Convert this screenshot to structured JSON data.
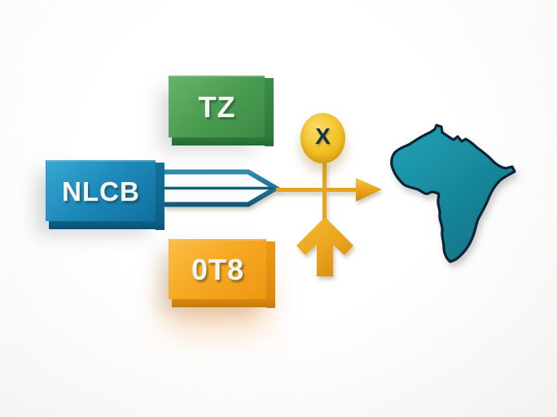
{
  "diagram": {
    "background_color": "#f8f7f6",
    "blocks": [
      {
        "id": "tz",
        "label": "TZ",
        "color": "#4b9d52",
        "side_color": "#2c7639",
        "text_color": "#f6f6f1"
      },
      {
        "id": "nlcb",
        "label": "NLCB",
        "color": "#1b87b8",
        "side_color": "#0e5d83",
        "text_color": "#f6f6f1"
      },
      {
        "id": "ot8",
        "label": "0T8",
        "color": "#f6a71f",
        "side_color": "#d8880f",
        "text_color": "#f6f6f1"
      }
    ],
    "node": {
      "label": "X",
      "fill": "#f3c328",
      "text_color": "#153049"
    },
    "arrows": {
      "outline_arrow_color": "#1d6f94",
      "flow_line_color": "#e8a41e",
      "arrowhead_color": "#e8a41e",
      "up_arrow_color": "#eca722"
    },
    "map": {
      "region": "africa-silhouette",
      "fill": "#1a93a7",
      "outline_color": "#0d2233"
    }
  }
}
